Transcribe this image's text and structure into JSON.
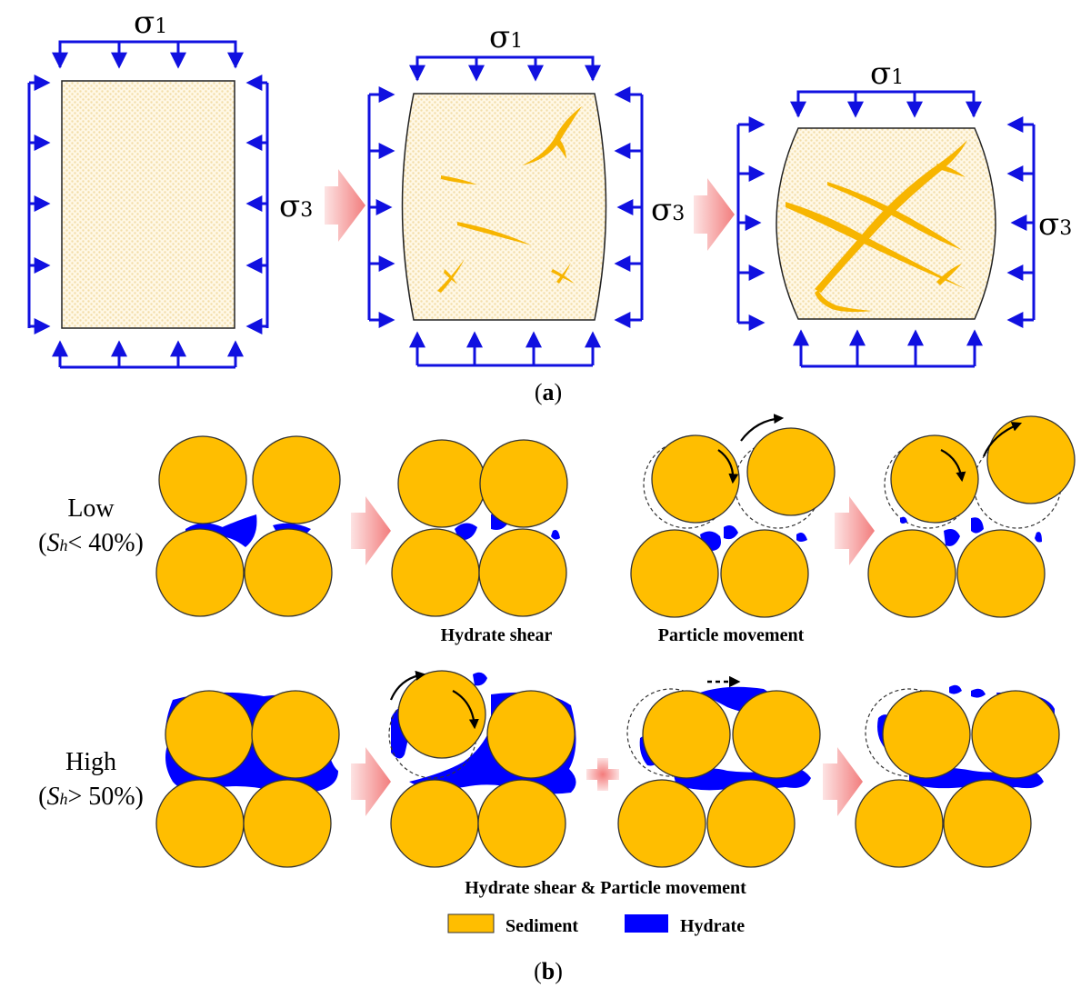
{
  "part_a": {
    "sigma1_symbol": "σ",
    "sigma1_sub": "1",
    "sigma3_symbol": "σ",
    "sigma3_sub": "3",
    "caption_open": "(",
    "caption_letter": "a",
    "caption_close": ")"
  },
  "part_b": {
    "rows": [
      {
        "level": "Low",
        "sat_open": "(",
        "sat_var": "S",
        "sat_sub": "h",
        "sat_rest": "< 40%)"
      },
      {
        "level": "High",
        "sat_open": "(",
        "sat_var": "S",
        "sat_sub": "h",
        "sat_rest": "> 50%)"
      }
    ],
    "labels": {
      "hydrate_shear": "Hydrate shear",
      "particle_movement": "Particle movement",
      "combined": "Hydrate shear & Particle movement"
    },
    "legend": [
      {
        "label": "Sediment",
        "color": "#FFBE00"
      },
      {
        "label": "Hydrate",
        "color": "#0000FF"
      }
    ],
    "caption_open": "(",
    "caption_letter": "b",
    "caption_close": ")"
  },
  "colors": {
    "sediment": "#FFBE00",
    "hydrate": "#0000FF",
    "load_arrows": "#1010E0",
    "transition_arrow": "#F48A8A",
    "crack": "#F7B500"
  }
}
